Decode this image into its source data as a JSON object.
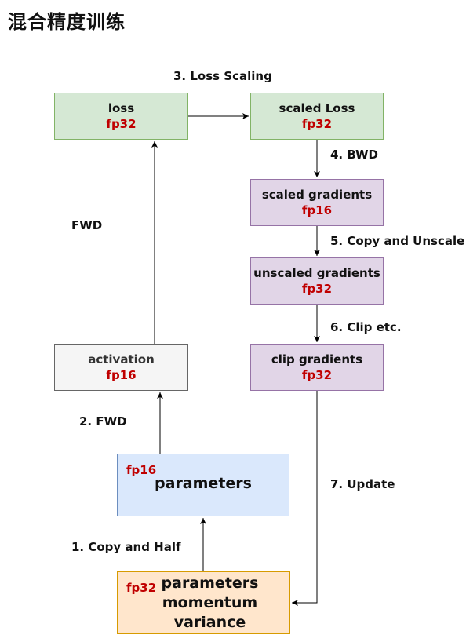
{
  "title": "混合精度训练",
  "nodes": {
    "loss": {
      "name": "loss",
      "dtype": "fp32"
    },
    "scaled_loss": {
      "name": "scaled Loss",
      "dtype": "fp32"
    },
    "scaled_gradients": {
      "name": "scaled gradients",
      "dtype": "fp16"
    },
    "unscaled_gradients": {
      "name": "unscaled gradients",
      "dtype": "fp32"
    },
    "clip_gradients": {
      "name": "clip gradients",
      "dtype": "fp32"
    },
    "activation": {
      "name": "activation",
      "dtype": "fp16"
    },
    "parameters_fp16": {
      "name": "parameters",
      "dtype": "fp16"
    },
    "master": {
      "dtype": "fp32",
      "lines": [
        "parameters",
        "momentum",
        "variance"
      ]
    }
  },
  "edges": {
    "loss_scaling": "3. Loss Scaling",
    "bwd": "4. BWD",
    "copy_unscale": "5. Copy and Unscale",
    "clip": "6. Clip etc.",
    "update": "7. Update",
    "fwd_top": "FWD",
    "fwd": "2. FWD",
    "copy_half": "1. Copy and Half"
  },
  "colors": {
    "green_fill": "#d5e8d4",
    "purple_fill": "#e1d5e7",
    "gray_fill": "#f5f5f5",
    "blue_fill": "#dae8fc",
    "orange_fill": "#ffe6cc",
    "dtype_text": "#c00000"
  }
}
